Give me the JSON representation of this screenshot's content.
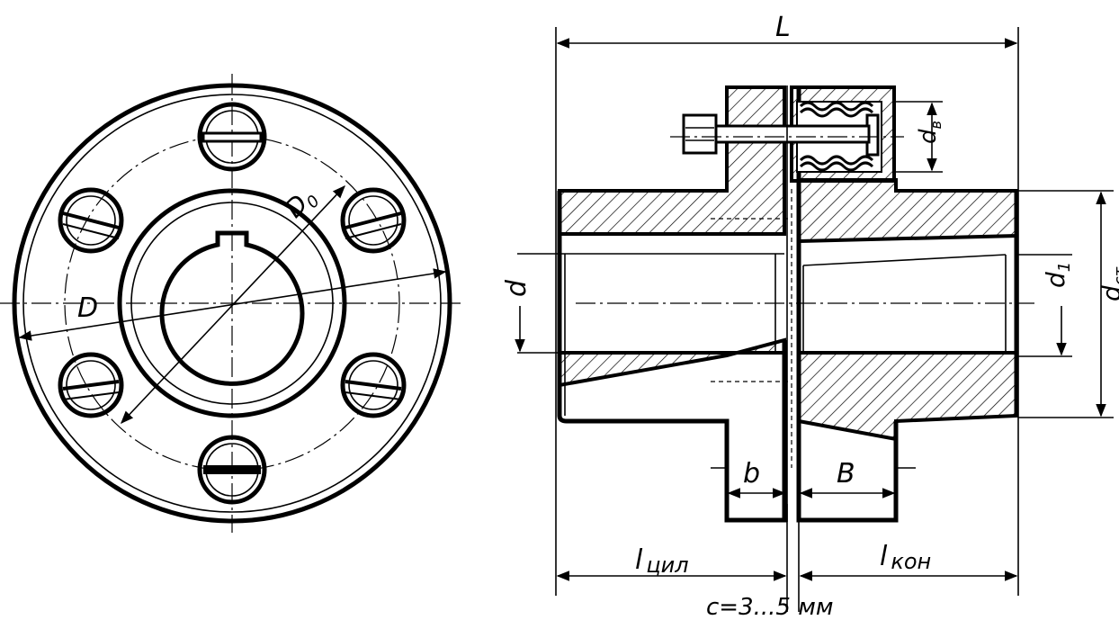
{
  "labels": {
    "L": "L",
    "D0": "D",
    "D0_sub": "0",
    "D": "D",
    "d": "d",
    "d1": "d",
    "d1_sub": "1",
    "dcm": "d",
    "dcm_sub": "ст",
    "dB": "d",
    "dB_sub": "в",
    "b": "b",
    "B": "B",
    "l_cyl": "l",
    "l_cyl_sub": "цил",
    "l_con": "l",
    "l_con_sub": "кон",
    "c": "с=3...5 мм"
  }
}
